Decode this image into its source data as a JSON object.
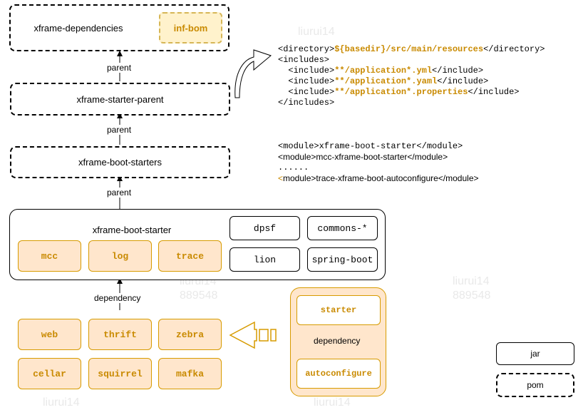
{
  "nodes": {
    "xframe_dependencies": "xframe-dependencies",
    "inf_bom": "inf-bom",
    "xframe_starter_parent": "xframe-starter-parent",
    "xframe_boot_starters": "xframe-boot-starters",
    "xframe_boot_starter": "xframe-boot-starter",
    "mcc": "mcc",
    "log": "log",
    "trace": "trace",
    "dpsf": "dpsf",
    "commons": "commons-*",
    "lion": "lion",
    "spring_boot": "spring-boot",
    "web": "web",
    "thrift": "thrift",
    "zebra": "zebra",
    "cellar": "cellar",
    "squirrel": "squirrel",
    "mafka": "mafka",
    "starter": "starter",
    "autoconfigure": "autoconfigure"
  },
  "edges": {
    "parent1": "parent",
    "parent2": "parent",
    "parent3": "parent",
    "dependency1": "dependency",
    "dependency2": "dependency"
  },
  "legend": {
    "jar": "jar",
    "pom": "pom"
  },
  "resources_snippet": {
    "l1_a": "<directory>",
    "l1_b": "${basedir}/src/main/resources",
    "l1_c": "</directory>",
    "l2": "<includes>",
    "l3_a": "  <include>",
    "l3_b": "**/application*.yml",
    "l3_c": "</include>",
    "l4_a": "  <include>",
    "l4_b": "**/application*.yaml",
    "l4_c": "</include>",
    "l5_a": "  <include>",
    "l5_b": "**/application*.properties",
    "l5_c": "</include>",
    "l6": "</includes>"
  },
  "modules_snippet": {
    "l1": "<module>xframe-boot-starter</module>",
    "l2": "<module>mcc-xframe-boot-starter</module>",
    "l3": "......",
    "l4_a": "<",
    "l4_b": "module>trace-xframe-boot-autoconfigure</module>"
  },
  "watermarks": {
    "w1": "liurui14",
    "w2": "liurui14",
    "w3": "liurui14\n889548",
    "w4": "liurui14\n889548",
    "w5": "liurui14",
    "w6": "liurui14"
  },
  "colors": {
    "orange_fill": "#ffe6cc",
    "orange_stroke": "#d79b00",
    "orange_text": "#c98a00",
    "yellow_fill": "#fff2cc",
    "yellow_stroke": "#d6b656"
  }
}
